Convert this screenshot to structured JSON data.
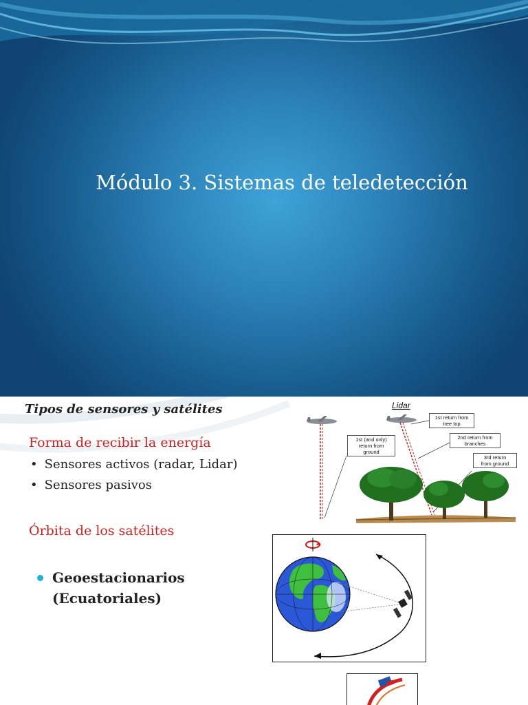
{
  "slide1": {
    "title": "Módulo 3. Sistemas de teledetección"
  },
  "slide2": {
    "heading": "Tipos de sensores y satélites",
    "energy_title": "Forma de recibir la energía",
    "energy_bullets": [
      "Sensores activos (radar, Lidar)",
      "Sensores pasivos"
    ],
    "orbit_title": "Órbita de los satélites",
    "geo_line1": "Geoestacionarios",
    "geo_line2": "(Ecuatoriales)",
    "lidar": {
      "label": "Lidar",
      "box_first_only": [
        "1st (and only)",
        "return from",
        "ground"
      ],
      "box_tree_top": [
        "1st return from",
        "tree top"
      ],
      "box_branches": [
        "2nd return from",
        "branches"
      ],
      "box_ground": [
        "3rd return",
        "from ground"
      ]
    },
    "colors": {
      "subtitle_red": "#d21f1f",
      "bullet_cyan": "#21b4cf",
      "slide1_blue": "#2a7fb6"
    }
  }
}
